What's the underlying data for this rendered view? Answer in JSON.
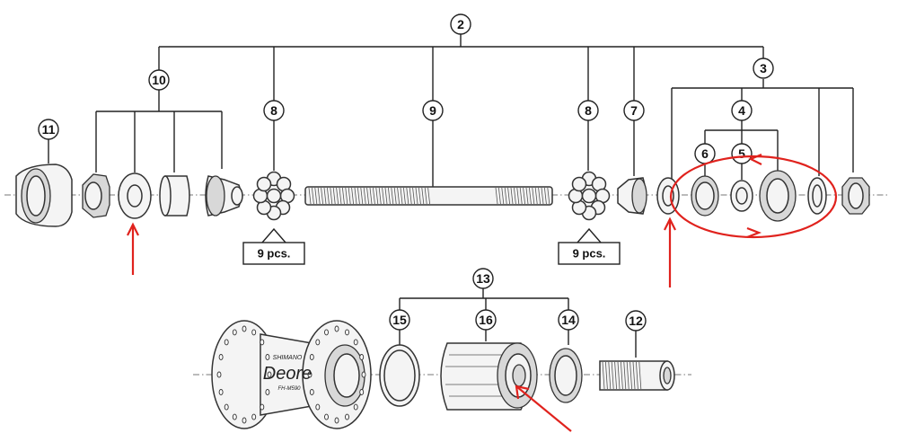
{
  "callouts": [
    "2",
    "3",
    "4",
    "5",
    "6",
    "7",
    "8",
    "8",
    "9",
    "10",
    "11",
    "12",
    "13",
    "14",
    "15",
    "16"
  ],
  "quantity_labels": [
    "9 pcs.",
    "9 pcs."
  ],
  "hub_text": {
    "brand": "SHIMANO",
    "model": "Deore",
    "sub": "FH-M590"
  },
  "annotation_color": "#e0221d"
}
